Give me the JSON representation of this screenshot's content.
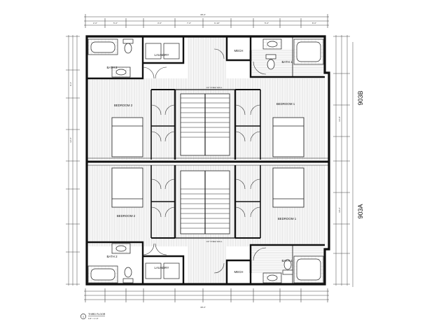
{
  "units": {
    "upper": "903B",
    "lower": "903A"
  },
  "rooms": {
    "bath2_top": "BATH 2",
    "laundry_top": "LAUNDRY",
    "mech_top": "MECH",
    "bath1_top": "BATH 1",
    "bedroom2_top": "BEDROOM 2",
    "bedroom1_top": "BEDROOM 1",
    "bedroom2_bottom": "BEDROOM 2",
    "bedroom1_bottom": "BEDROOM 1",
    "bath2_bottom": "BATH 2",
    "laundry_bottom": "LAUNDRY",
    "mech_bottom": "MECH",
    "bath1_bottom": "BATH 1"
  },
  "caption": {
    "number": "1",
    "title": "THIRD FLOOR",
    "scale": "1/4\" = 1'-0\""
  },
  "notes": {
    "half_wall_top": "1/2\" KNEE WALL",
    "half_wall_bottom": "1/2\" KNEE WALL"
  },
  "dimensions": {
    "top_overall": "38'-0\"",
    "bottom_overall": "38'-0\"",
    "seg_a": "2'-0\"",
    "seg_b": "5'-0\"",
    "seg_c": "3'-6\"",
    "seg_d": "7'-0\"",
    "seg_e": "6'-10\"",
    "seg_f": "5'-0\"",
    "seg_g": "8'-6\"",
    "side_a": "9'-4\"",
    "side_b": "12'-6\"",
    "side_c": "14'-8\"",
    "side_d": "10'-2\""
  },
  "colors": {
    "wall": "#111111",
    "hatch": "#c9c9c9",
    "line": "#333333",
    "paper": "#ffffff"
  }
}
